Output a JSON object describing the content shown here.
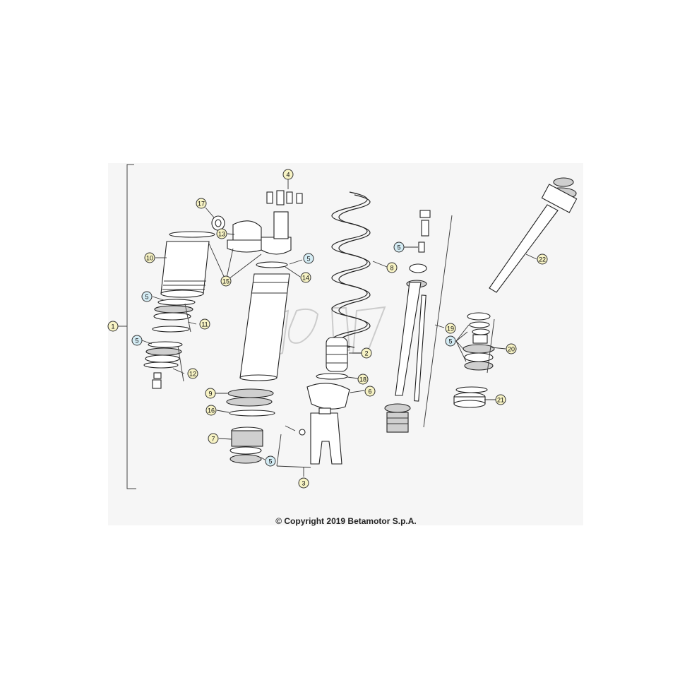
{
  "callouts": [
    {
      "id": "c1",
      "label": "1",
      "kind": "yellow"
    },
    {
      "id": "c2",
      "label": "2",
      "kind": "yellow"
    },
    {
      "id": "c3",
      "label": "3",
      "kind": "yellow"
    },
    {
      "id": "c4",
      "label": "4",
      "kind": "yellow"
    },
    {
      "id": "c5a",
      "label": "5",
      "kind": "blue"
    },
    {
      "id": "c5b",
      "label": "5",
      "kind": "blue"
    },
    {
      "id": "c5c",
      "label": "5",
      "kind": "blue"
    },
    {
      "id": "c5d",
      "label": "5",
      "kind": "blue"
    },
    {
      "id": "c5e",
      "label": "5",
      "kind": "blue"
    },
    {
      "id": "c5f",
      "label": "5",
      "kind": "blue"
    },
    {
      "id": "c6",
      "label": "6",
      "kind": "yellow"
    },
    {
      "id": "c7",
      "label": "7",
      "kind": "yellow"
    },
    {
      "id": "c8",
      "label": "8",
      "kind": "yellow"
    },
    {
      "id": "c9",
      "label": "9",
      "kind": "yellow"
    },
    {
      "id": "c10",
      "label": "10",
      "kind": "yellow"
    },
    {
      "id": "c11",
      "label": "11",
      "kind": "yellow"
    },
    {
      "id": "c12",
      "label": "12",
      "kind": "yellow"
    },
    {
      "id": "c13",
      "label": "13",
      "kind": "yellow"
    },
    {
      "id": "c14",
      "label": "14",
      "kind": "yellow"
    },
    {
      "id": "c15",
      "label": "15",
      "kind": "yellow"
    },
    {
      "id": "c16",
      "label": "16",
      "kind": "yellow"
    },
    {
      "id": "c17",
      "label": "17",
      "kind": "yellow"
    },
    {
      "id": "c18",
      "label": "18",
      "kind": "yellow"
    },
    {
      "id": "c19",
      "label": "19",
      "kind": "yellow"
    },
    {
      "id": "c20",
      "label": "20",
      "kind": "yellow"
    },
    {
      "id": "c21",
      "label": "21",
      "kind": "yellow"
    },
    {
      "id": "c22",
      "label": "22",
      "kind": "yellow"
    }
  ],
  "colors": {
    "yellow_fill": "#f7f3c4",
    "blue_fill": "#d4ecf4",
    "blue_ring": "#3a9bc1",
    "panel": "#f6f6f6"
  },
  "footer": {
    "copyright": "© Copyright 2019 Betamotor S.p.A."
  }
}
